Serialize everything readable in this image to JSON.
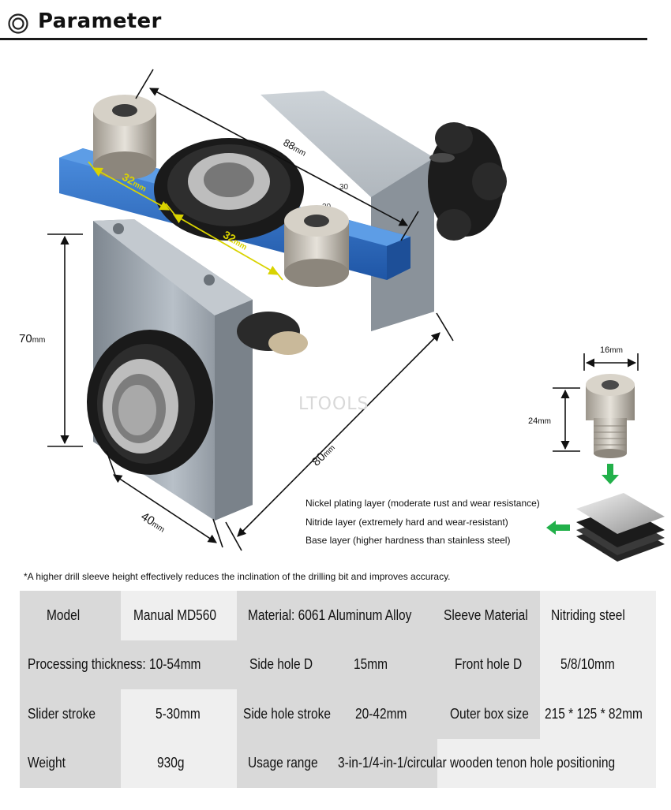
{
  "header": {
    "title": "Parameter",
    "icon": "target-ring-icon"
  },
  "watermark": "LTOOLS",
  "dimensions": {
    "top_length": {
      "value": "88",
      "unit": "mm"
    },
    "hole_spacing_1": {
      "value": "32",
      "unit": "mm"
    },
    "hole_spacing_2": {
      "value": "32",
      "unit": "mm"
    },
    "height": {
      "value": "70",
      "unit": "mm"
    },
    "depth": {
      "value": "80",
      "unit": "mm"
    },
    "width": {
      "value": "40",
      "unit": "mm"
    },
    "sleeve_diameter": {
      "value": "16",
      "unit": "mm"
    },
    "sleeve_height": {
      "value": "24",
      "unit": "mm"
    }
  },
  "layers": [
    "Nickel plating layer (moderate rust and wear resistance)",
    "Nitride layer (extremely hard and wear-resistant)",
    "Base layer (higher hardness than stainless steel)"
  ],
  "footnote": "*A higher drill sleeve height effectively reduces the inclination of the drilling bit and improves accuracy.",
  "specs": {
    "row1": {
      "l1": "Model",
      "v1": "Manual  MD560",
      "l2": "Material:  6061 Aluminum Alloy",
      "l3": "Sleeve Material",
      "v3": "Nitriding steel"
    },
    "row2": {
      "l1": "Processing thickness: 10-54mm",
      "l2": "Side hole D",
      "v2": "15mm",
      "l3": "Front hole D",
      "v3": "5/8/10mm"
    },
    "row3": {
      "l1": "Slider stroke",
      "v1": "5-30mm",
      "l2": "Side hole stroke",
      "v2": "20-42mm",
      "l3": "Outer box size",
      "v3": "215 * 125 * 82mm"
    },
    "row4": {
      "l1": "Weight",
      "v1": "930g",
      "l2": "Usage range",
      "v2": "3-in-1/4-in-1/circular wooden tenon hole positioning"
    }
  },
  "colors": {
    "jig_blue": "#2f6fc2",
    "aluminum": "#9aa3ac",
    "dimension_yellow": "#d9d300",
    "arrow_green": "#22b04a"
  }
}
